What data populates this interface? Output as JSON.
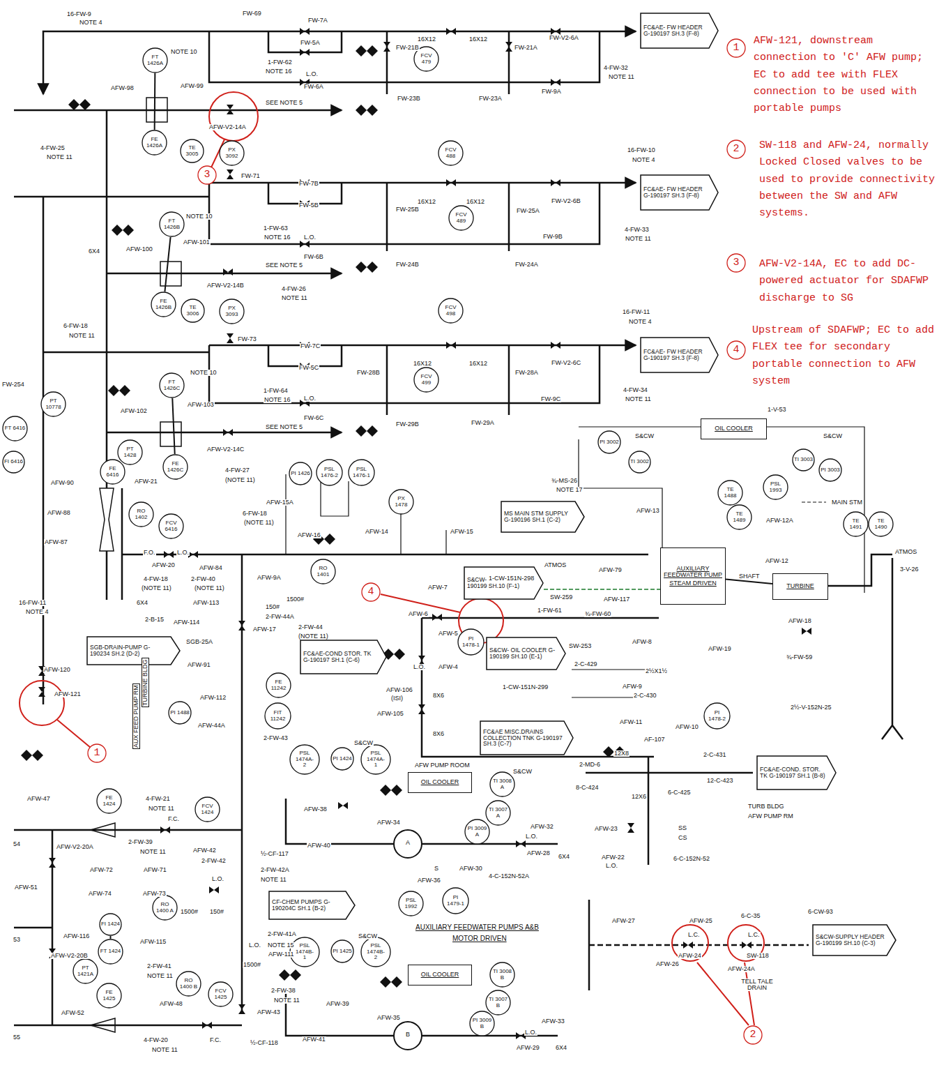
{
  "diagram": {
    "nodes": [
      {
        "text": [
          "FT 1426A"
        ]
      },
      {
        "text": [
          "FE 1426A"
        ]
      },
      {
        "text": [
          "TE 3005"
        ]
      },
      {
        "text": [
          "PX 3092"
        ]
      },
      {
        "text": [
          "FCV 479"
        ]
      },
      {
        "text": [
          "FC&AE- FW HEADER G-190197 SH.3 (F-8)"
        ]
      },
      {
        "text": [
          "1"
        ]
      },
      {
        "text": [
          "2"
        ]
      },
      {
        "text": [
          "3"
        ]
      },
      {
        "text": [
          "4"
        ]
      },
      {
        "text": [
          "3"
        ]
      },
      {
        "text": [
          "FCV 488"
        ]
      },
      {
        "text": [
          "FT 1426B"
        ]
      },
      {
        "text": [
          "FCV 489"
        ]
      },
      {
        "text": [
          "FC&AE- FW HEADER G-190197 SH.3 (F-8)"
        ]
      },
      {
        "text": [
          "FE 1426B"
        ]
      },
      {
        "text": [
          "TE 3006"
        ]
      },
      {
        "text": [
          "PX 3093"
        ]
      },
      {
        "text": [
          "FCV 498"
        ]
      },
      {
        "text": [
          "FCV 499"
        ]
      },
      {
        "text": [
          "FC&AE- FW HEADER G-190197 SH.3 (F-8)"
        ]
      },
      {
        "text": [
          "FT 1426C"
        ]
      },
      {
        "text": [
          "PT 10778"
        ]
      },
      {
        "text": [
          "FT 6416"
        ]
      },
      {
        "text": [
          "FI 6416"
        ]
      },
      {
        "text": [
          "PT 1428"
        ]
      },
      {
        "text": [
          "FE 1426C"
        ]
      },
      {
        "text": [
          "FE 6416"
        ]
      },
      {
        "text": [
          "RO 1402"
        ]
      },
      {
        "text": [
          "FCV 6416"
        ]
      },
      {
        "text": [
          "PI 1426"
        ]
      },
      {
        "text": [
          "PSL 1476-2"
        ]
      },
      {
        "text": [
          "PSL 1476-1"
        ]
      },
      {
        "text": [
          "PX 1478"
        ]
      },
      {
        "text": [
          "MS MAIN STM SUPPLY G-190196 SH.1 (C-2)"
        ]
      },
      {
        "text": [
          "OIL COOLER"
        ]
      },
      {
        "text": [
          "PI 3002"
        ]
      },
      {
        "text": [
          "TI 3002"
        ]
      },
      {
        "text": [
          "TI 3003"
        ]
      },
      {
        "text": [
          "PI 3003"
        ]
      },
      {
        "text": [
          "TE 1488"
        ]
      },
      {
        "text": [
          "PSL 1993"
        ]
      },
      {
        "text": [
          "TE 1489"
        ]
      },
      {
        "text": [
          "TE 1491"
        ]
      },
      {
        "text": [
          "TE 1490"
        ]
      },
      {
        "text": [
          "RO 1401"
        ]
      },
      {
        "text": [
          "S&CW- OIL COOLER G-190199 SH.10 (F-1)"
        ]
      },
      {
        "text": [
          "4"
        ]
      },
      {
        "text": [
          "AUXILIARY FEEDWATER PUMP",
          "STEAM DRIVEN"
        ]
      },
      {
        "text": [
          "TURBINE"
        ]
      },
      {
        "text": [
          "SGB-DRAIN-PUMP G-190234 SH.2 (D-2)"
        ]
      },
      {
        "text": [
          "FC&AE-COND STOR. TK G-190197 SH.1 (C-6)"
        ]
      },
      {
        "text": [
          "PI 1478-1"
        ]
      },
      {
        "text": [
          "S&CW- OIL COOLER G-190199 SH.10 (E-1)"
        ]
      },
      {
        "text": [
          "FE 11242"
        ]
      },
      {
        "text": [
          "FIT 11242"
        ]
      },
      {
        "text": [
          "PI 1488"
        ]
      },
      {
        "text": [
          "PI 1478-2"
        ]
      },
      {
        "text": [
          "FC&AE MISC.DRAINS COLLECTION TNK G-190197 SH.3 (C-7)"
        ]
      },
      {
        "text": [
          "1"
        ]
      },
      {
        "text": [
          "FC&AE-COND. STOR. TK G-190197 SH.1 (B-8)"
        ]
      },
      {
        "text": [
          "PSL 1474A-2"
        ]
      },
      {
        "text": [
          "PI 1424"
        ]
      },
      {
        "text": [
          "PSL 1474A-1"
        ]
      },
      {
        "text": [
          "OIL COOLER"
        ]
      },
      {
        "text": [
          "TI 3008 A"
        ]
      },
      {
        "text": [
          "TI 3007 A"
        ]
      },
      {
        "text": [
          "PI 3009 A"
        ]
      },
      {
        "text": [
          "FE 1424"
        ]
      },
      {
        "text": [
          "FCV 1424"
        ]
      },
      {
        "text": [
          "CF-CHEM PUMPS G-190204C SH.1 (B-2)"
        ]
      },
      {
        "text": [
          "PSL 1992"
        ]
      },
      {
        "text": [
          "PI 1479-1"
        ]
      },
      {
        "text": [
          "FI 1424"
        ]
      },
      {
        "text": [
          "FT 1424"
        ]
      },
      {
        "text": [
          "RO 1400 A"
        ]
      },
      {
        "text": [
          "S&CW-SUPPLY HEADER G-190199 SH.10 (C-3)"
        ]
      },
      {
        "text": [
          "PSL 1474B-1"
        ]
      },
      {
        "text": [
          "PI 1425"
        ]
      },
      {
        "text": [
          "PSL 1474B-2"
        ]
      },
      {
        "text": [
          "OIL COOLER"
        ]
      },
      {
        "text": [
          "TI 3008 B"
        ]
      },
      {
        "text": [
          "TI 3007 B"
        ]
      },
      {
        "text": [
          "PI 3009 B"
        ]
      },
      {
        "text": [
          "PT 1421A"
        ]
      },
      {
        "text": [
          "FE 1425"
        ]
      },
      {
        "text": [
          "RO 1400 B"
        ]
      },
      {
        "text": [
          "FCV 1425"
        ]
      },
      {
        "text": [
          "2"
        ]
      }
    ],
    "edges": [
      {
        "from": 0,
        "to": 1,
        "arrow": "none"
      },
      {
        "from": 12,
        "to": 15,
        "arrow": "none"
      },
      {
        "from": 21,
        "to": 26,
        "arrow": "none"
      },
      {
        "from": 48,
        "to": 49,
        "label": "SHAFT",
        "arrow": "none"
      },
      {
        "from": 73,
        "to": 74,
        "arrow": "none"
      }
    ],
    "labels": [
      "AFW-121, downstream connection to 'C' AFW pump; EC to add tee with FLEX connection to be used with portable pumps",
      "SW-118 and AFW-24, normally Locked Closed valves to be used to provide connectivity between the SW and AFW systems.",
      "AFW-V2-14A, EC to add DC-powered actuator for SDAFWP discharge to SG",
      "Upstream of SDAFWP; EC to add FLEX tee for secondary portable connection to AFW system",
      "16-FW-9",
      "NOTE 4",
      "FW-69",
      "FW-7A",
      "FW-5A",
      "1-FW-62",
      "NOTE 16",
      "L.O.",
      "FW-6A",
      "16X12",
      "16X12",
      "FW-21B",
      "FW-21A",
      "FW-V2-6A",
      "4-FW-32",
      "NOTE 11",
      "FW-9A",
      "FW-23B",
      "FW-23A",
      "NOTE 10",
      "AFW-98",
      "AFW-99",
      "SEE NOTE 5",
      "AFW-V2-14A",
      "FW-71",
      "4-FW-25",
      "NOTE 11",
      "FW-7B",
      "FW-5B",
      "1-FW-63",
      "NOTE 16",
      "L.O.",
      "FW-6B",
      "16X12",
      "16X12",
      "FW-25B",
      "FW-25A",
      "FW-V2-6B",
      "16-FW-10",
      "NOTE 4",
      "4-FW-33",
      "NOTE 11",
      "FW-9B",
      "FW-24B",
      "FW-24A",
      "NOTE 10",
      "AFW-100",
      "AFW-101",
      "SEE NOTE 5",
      "AFW-V2-14B",
      "4-FW-26",
      "NOTE 11",
      "6X4",
      "FW-73",
      "6-FW-18",
      "NOTE 11",
      "FW-7C",
      "FW-5C",
      "1-FW-64",
      "NOTE 16",
      "L.O.",
      "FW-6C",
      "16X12",
      "16X12",
      "FW-28B",
      "FW-28A",
      "FW-V2-6C",
      "16-FW-11",
      "NOTE 4",
      "4-FW-34",
      "NOTE 11",
      "FW-9C",
      "FW-29B",
      "FW-29A",
      "NOTE 10",
      "AFW-102",
      "AFW-103",
      "SEE NOTE 5",
      "AFW-V2-14C",
      "4-FW-27",
      "(NOTE 11)",
      "FW-254",
      "AFW-21",
      "AFW-90",
      "AFW-88",
      "AFW-87",
      "1-V-53",
      "S&CW",
      "S&CW",
      "MAIN STM",
      "¾-MS-26",
      "NOTE 17",
      "AFW-13",
      "AFW-12A",
      "AFW-12",
      "ATMOS",
      "3-V-26",
      "AFW-15A",
      "AFW-16",
      "6-FW-18",
      "(NOTE 11)",
      "AFW-14",
      "AFW-15",
      "F.O.",
      "AFW-20",
      "L.O.",
      "AFW-84",
      "AFW-9A",
      "4-FW-18",
      "(NOTE 11)",
      "2-FW-40",
      "(NOTE 11)",
      "6X4",
      "16-FW-11",
      "NOTE 4",
      "1500#",
      "150#",
      "2-FW-44A",
      "2-FW-44",
      "(NOTE 11)",
      "AFW-17",
      "AFW-113",
      "AFW-114",
      "2-B-15",
      "SGB-25A",
      "AFW-91",
      "AFW-112",
      "AFW-44A",
      "2-FW-43",
      "1-CW-151N-298",
      "ATMOS",
      "AFW-79",
      "SW-259",
      "AFW-117",
      "1-FW-61",
      "¾-FW-60",
      "AFW-7",
      "AFW-6",
      "AFW-5",
      "AFW-4",
      "L.O.",
      "AFW-106",
      "(ISI)",
      "AFW-105",
      "8X6",
      "8X6",
      "SW-253",
      "2-C-429",
      "1-CW-151N-299",
      "AFW-8",
      "AFW-19",
      "2½X1½",
      "AFW-9",
      "2-C-430",
      "AFW-11",
      "AFW-10",
      "AFW-18",
      "¾-FW-59",
      "2½-V-152N-25",
      "AF-107",
      "2-C-431",
      "2-MD-6",
      "12X8",
      "12-C-423",
      "8-C-424",
      "12X6",
      "6-C-425",
      "TURB BLDG",
      "AFW PUMP RM",
      "AFW-23",
      "SS",
      "CS",
      "AFW-22",
      "L.O.",
      "6-C-152N-52",
      "AFW-120",
      "AFW-121",
      "TURBINE BLDG",
      "AUX FEED PUMP RM",
      "AFW PUMP ROOM",
      "S&CW",
      "S&CW",
      "AFW-38",
      "AFW-34",
      "AFW-40",
      "AFW-36",
      "S",
      "AFW-30",
      "AFW-32",
      "L.O.",
      "AFW-28",
      "6X4",
      "4-C-152N-52A",
      "½-CF-117",
      "2-FW-42A",
      "NOTE 11",
      "4-FW-21",
      "NOTE 11",
      "F.C.",
      "2-FW-39",
      "NOTE 11",
      "AFW-V2-20A",
      "AFW-72",
      "AFW-71",
      "AFW-74",
      "AFW-73",
      "AFW-42",
      "2-FW-42",
      "L.O.",
      "1500#",
      "150#",
      "AFW-51",
      "AFW-47",
      "AFW-116",
      "AFW-115",
      "AFW-V2-20B",
      "2-FW-41A",
      "L.O.",
      "NOTE 15",
      "AFW-111",
      "1500#",
      "2-FW-41",
      "NOTE 11",
      "AFW-48",
      "2-FW-38",
      "NOTE 11",
      "AFW-43",
      "AFW-39",
      "AFW-35",
      "½-CF-118",
      "4-FW-20",
      "NOTE 11",
      "F.C.",
      "AFW-41",
      "AFW-52",
      "AUXILIARY FEEDWATER PUMPS A&B",
      "MOTOR DRIVEN",
      "S&CW",
      "AFW-33",
      "L.O.",
      "AFW-29",
      "6X4",
      "A",
      "B",
      "AFW-27",
      "AFW-25",
      "L.C.",
      "AFW-24",
      "6-C-35",
      "L.C.",
      "SW-118",
      "AFW-24A",
      "TELL TALE DRAIN",
      "6-CW-93",
      "AFW-26",
      "54",
      "53",
      "55"
    ]
  }
}
